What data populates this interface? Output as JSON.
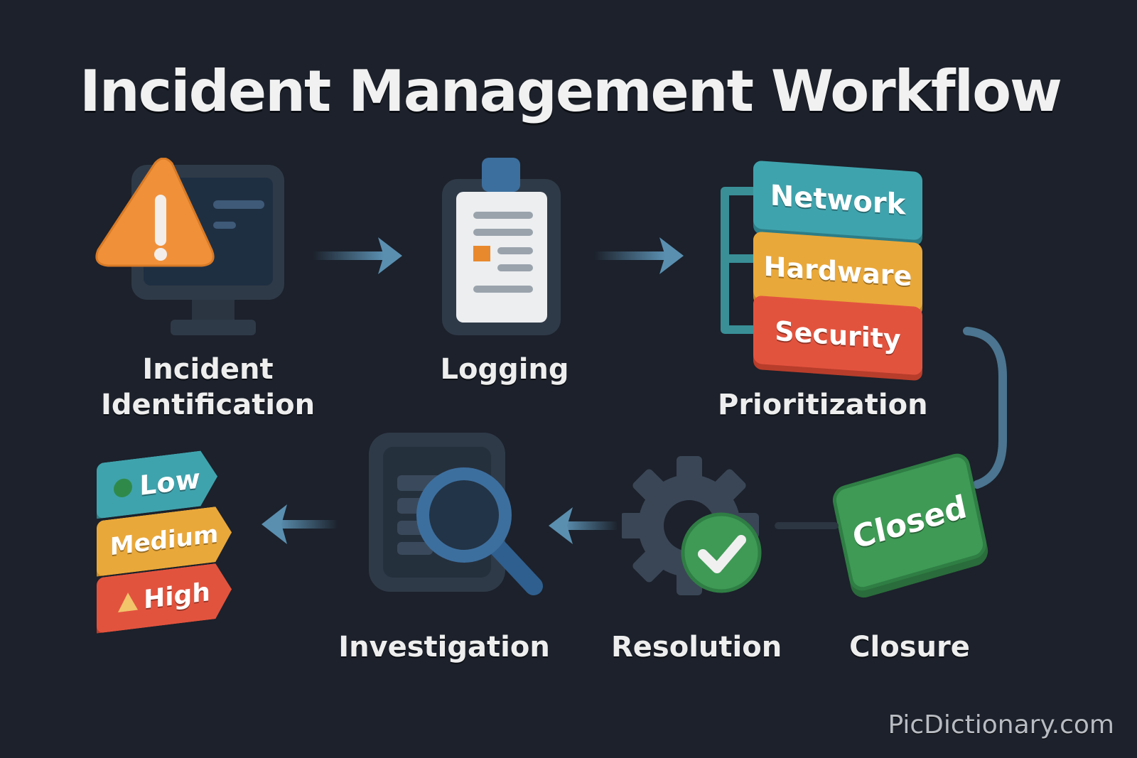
{
  "title": "Incident Management Workflow",
  "steps": [
    {
      "label_line1": "Incident",
      "label_line2": "Identification",
      "icon": "warning-monitor-icon"
    },
    {
      "label": "Logging",
      "icon": "clipboard-icon"
    },
    {
      "label": "Prioritization",
      "icon": "category-stack-icon",
      "categories": [
        "Network",
        "Hardware",
        "Security"
      ]
    },
    {
      "label": "Closure",
      "icon": "closed-badge-icon",
      "badge_text": "Closed"
    },
    {
      "label": "Resolution",
      "icon": "gear-check-icon"
    },
    {
      "label": "Investigation",
      "icon": "magnifier-document-icon"
    },
    {
      "icon": "priority-tags-icon",
      "priorities": [
        "Low",
        "Medium",
        "High"
      ]
    }
  ],
  "colors": {
    "background": "#1c212b",
    "orange": "#f0913a",
    "teal": "#3fa3ad",
    "yellow": "#e9a83a",
    "red": "#e2533e",
    "green": "#3e9a55",
    "slate": "#3a4656",
    "arrow": "#5a8fb0"
  },
  "watermark": "PicDictionary.com"
}
